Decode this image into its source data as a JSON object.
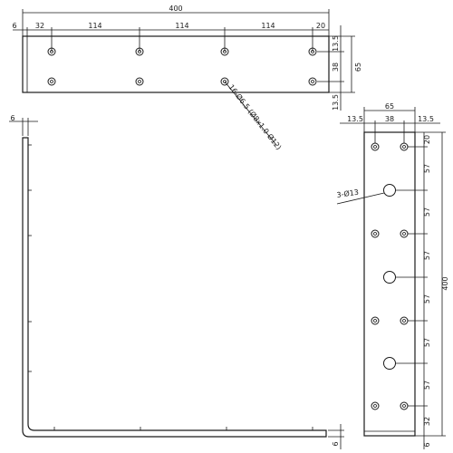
{
  "top_view": {
    "overall_length": "400",
    "left_edge": "6",
    "first_hole": "32",
    "spacings": [
      "114",
      "114",
      "114"
    ],
    "end_margin": "20",
    "right_top": "13.5",
    "right_mid": "38",
    "right_bottom": "13.5",
    "height": "65",
    "hole_callout": "16-Ø6.5 (Ø8x1.0 Ø12)"
  },
  "side_view": {
    "thickness_top": "6",
    "thickness_bottom": "6"
  },
  "end_view": {
    "width": "65",
    "left_margin": "13.5",
    "center": "38",
    "right_margin": "13.5",
    "top_margin": "20",
    "spacings": [
      "57",
      "57",
      "57",
      "57",
      "57",
      "57"
    ],
    "bottom_margin": "32",
    "overall_length": "400",
    "large_hole_callout": "3-Ø13"
  }
}
